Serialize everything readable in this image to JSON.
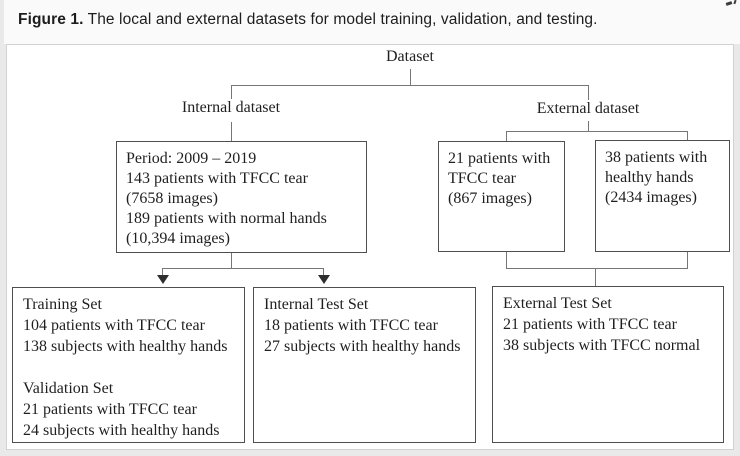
{
  "caption": {
    "prefix": "Figure 1.",
    "text": " The local and external datasets for model training, validation, and testing."
  },
  "tree": {
    "root_label": "Dataset",
    "internal_branch_label": "Internal dataset",
    "external_branch_label": "External dataset",
    "internal_box": {
      "lines": [
        "Period: 2009 – 2019",
        "143 patients with TFCC tear",
        "(7658 images)",
        "189 patients with normal hands",
        "(10,394 images)"
      ]
    },
    "external_tear_box": {
      "lines": [
        "21 patients with",
        "TFCC tear",
        "(867 images)"
      ]
    },
    "external_healthy_box": {
      "lines": [
        "38 patients with",
        "healthy hands",
        "(2434 images)"
      ]
    },
    "training_validation_box": {
      "lines": [
        "Training Set",
        "104 patients with TFCC tear",
        "138 subjects with healthy hands",
        "",
        "Validation Set",
        "21 patients with TFCC tear",
        "24 subjects with healthy hands"
      ]
    },
    "internal_test_box": {
      "lines": [
        "Internal Test Set",
        "18 patients with TFCC tear",
        "27 subjects with healthy hands"
      ]
    },
    "external_test_box": {
      "lines": [
        "External Test Set",
        "21 patients with TFCC tear",
        "38 subjects with TFCC normal"
      ]
    }
  },
  "colors": {
    "box_border": "#4f4f4f",
    "connector": "#767676",
    "text": "#1f1f1f",
    "panel_bg": "#ffffff",
    "page_bg": "#e9e9e9"
  }
}
